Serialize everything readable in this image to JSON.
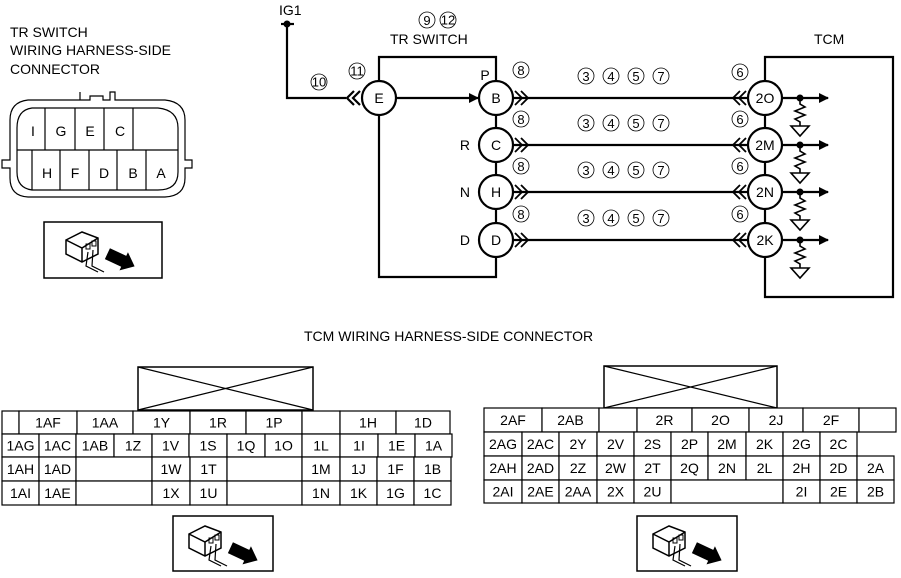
{
  "tr_switch_connector": {
    "title_lines": [
      "TR SWITCH",
      "WIRING HARNESS-SIDE",
      "CONNECTOR"
    ],
    "top_row": [
      "I",
      "G",
      "E",
      "C",
      ""
    ],
    "bottom_row": [
      "",
      "H",
      "F",
      "D",
      "B",
      "A"
    ],
    "view_icon": "connector-harness-view-icon"
  },
  "schematic": {
    "power_label": "IG1",
    "tr_switch_label": "TR SWITCH",
    "tr_switch_refs": [
      "9",
      "12"
    ],
    "tcm_label": "TCM",
    "input": {
      "pin": "E",
      "wire_ref": "10",
      "connector_ref": "11"
    },
    "circuits": [
      {
        "position": "P",
        "switch_pin": "B",
        "switch_ref": "8",
        "harness_refs": [
          "3",
          "4",
          "5",
          "7"
        ],
        "tcm_ref": "6",
        "tcm_pin": "2O"
      },
      {
        "position": "R",
        "switch_pin": "C",
        "switch_ref": "8",
        "harness_refs": [
          "3",
          "4",
          "5",
          "7"
        ],
        "tcm_ref": "6",
        "tcm_pin": "2M"
      },
      {
        "position": "N",
        "switch_pin": "H",
        "switch_ref": "8",
        "harness_refs": [
          "3",
          "4",
          "5",
          "7"
        ],
        "tcm_ref": "6",
        "tcm_pin": "2N"
      },
      {
        "position": "D",
        "switch_pin": "D",
        "switch_ref": "8",
        "harness_refs": [
          "3",
          "4",
          "5",
          "7"
        ],
        "tcm_ref": "6",
        "tcm_pin": "2K"
      }
    ]
  },
  "tcm_connector_title": "TCM WIRING HARNESS-SIDE CONNECTOR",
  "tcm_connector_1": {
    "row1": [
      "",
      "1AF",
      "1AA",
      "1Y",
      "1R",
      "1P",
      "",
      "1H",
      "1D"
    ],
    "row2": [
      "1AG",
      "1AC",
      "1AB",
      "1Z",
      "1V",
      "1S",
      "1Q",
      "1O",
      "1L",
      "1I",
      "1E",
      "1A"
    ],
    "row3": [
      "1AH",
      "1AD",
      "",
      "1W",
      "1T",
      "",
      "1M",
      "1J",
      "1F",
      "1B"
    ],
    "row4": [
      "1AI",
      "1AE",
      "",
      "1X",
      "1U",
      "",
      "1N",
      "1K",
      "1G",
      "1C"
    ]
  },
  "tcm_connector_2": {
    "row1": [
      "2AF",
      "2AB",
      "",
      "2R",
      "2O",
      "2J",
      "2F",
      ""
    ],
    "row2": [
      "2AG",
      "2AC",
      "2Y",
      "2V",
      "2S",
      "2P",
      "2M",
      "2K",
      "2G",
      "2C"
    ],
    "row3": [
      "2AH",
      "2AD",
      "2Z",
      "2W",
      "2T",
      "2Q",
      "2N",
      "2L",
      "2H",
      "2D",
      "2A"
    ],
    "row4": [
      "2AI",
      "2AE",
      "2AA",
      "2X",
      "2U",
      "",
      "2I",
      "2E",
      "2B"
    ]
  }
}
